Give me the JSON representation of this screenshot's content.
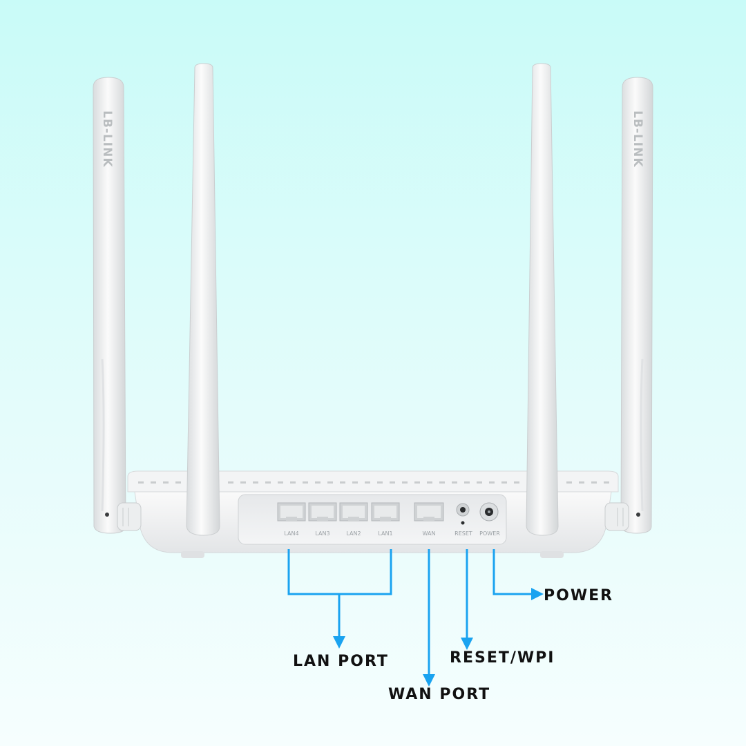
{
  "router": {
    "brand_logo": "LB-LINK",
    "ports": {
      "lan4": "LAN4",
      "lan3": "LAN3",
      "lan2": "LAN2",
      "lan1": "LAN1",
      "wan": "WAN",
      "reset": "RESET",
      "power": "POWER"
    }
  },
  "callouts": {
    "power": "POWER",
    "lan_port": "LAN PORT",
    "reset_wpi": "RESET/WPI",
    "wan_port": "WAN PORT"
  },
  "colors": {
    "arrow": "#1aa3f0",
    "background_top": "#c9fbf8",
    "body": "#f2f3f4"
  }
}
